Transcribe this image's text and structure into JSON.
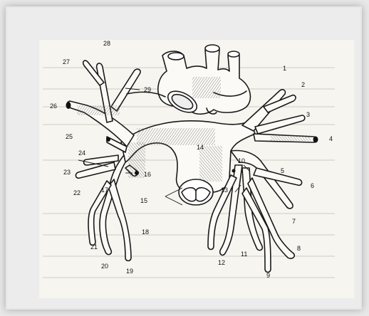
{
  "colors": {
    "background": "#e9e9e9",
    "panel": "#ececec",
    "paper": "#f7f5ef",
    "ink": "#1a1a1a"
  },
  "labels": {
    "l1": "1",
    "l2": "2",
    "l3": "3",
    "l4": "4",
    "l5": "5",
    "l6": "6",
    "l7": "7",
    "l8": "8",
    "l9": "9",
    "l10": "10",
    "l11": "11",
    "l12": "12",
    "l13": "13",
    "l14": "14",
    "l15": "15",
    "l16": "16",
    "l17": "17",
    "l18": "18",
    "l19": "19",
    "l20": "20",
    "l21": "21",
    "l22": "22",
    "l23": "23",
    "l24": "24",
    "l25": "25",
    "l26": "26",
    "l27": "27",
    "l28": "28",
    "l29": "29"
  }
}
